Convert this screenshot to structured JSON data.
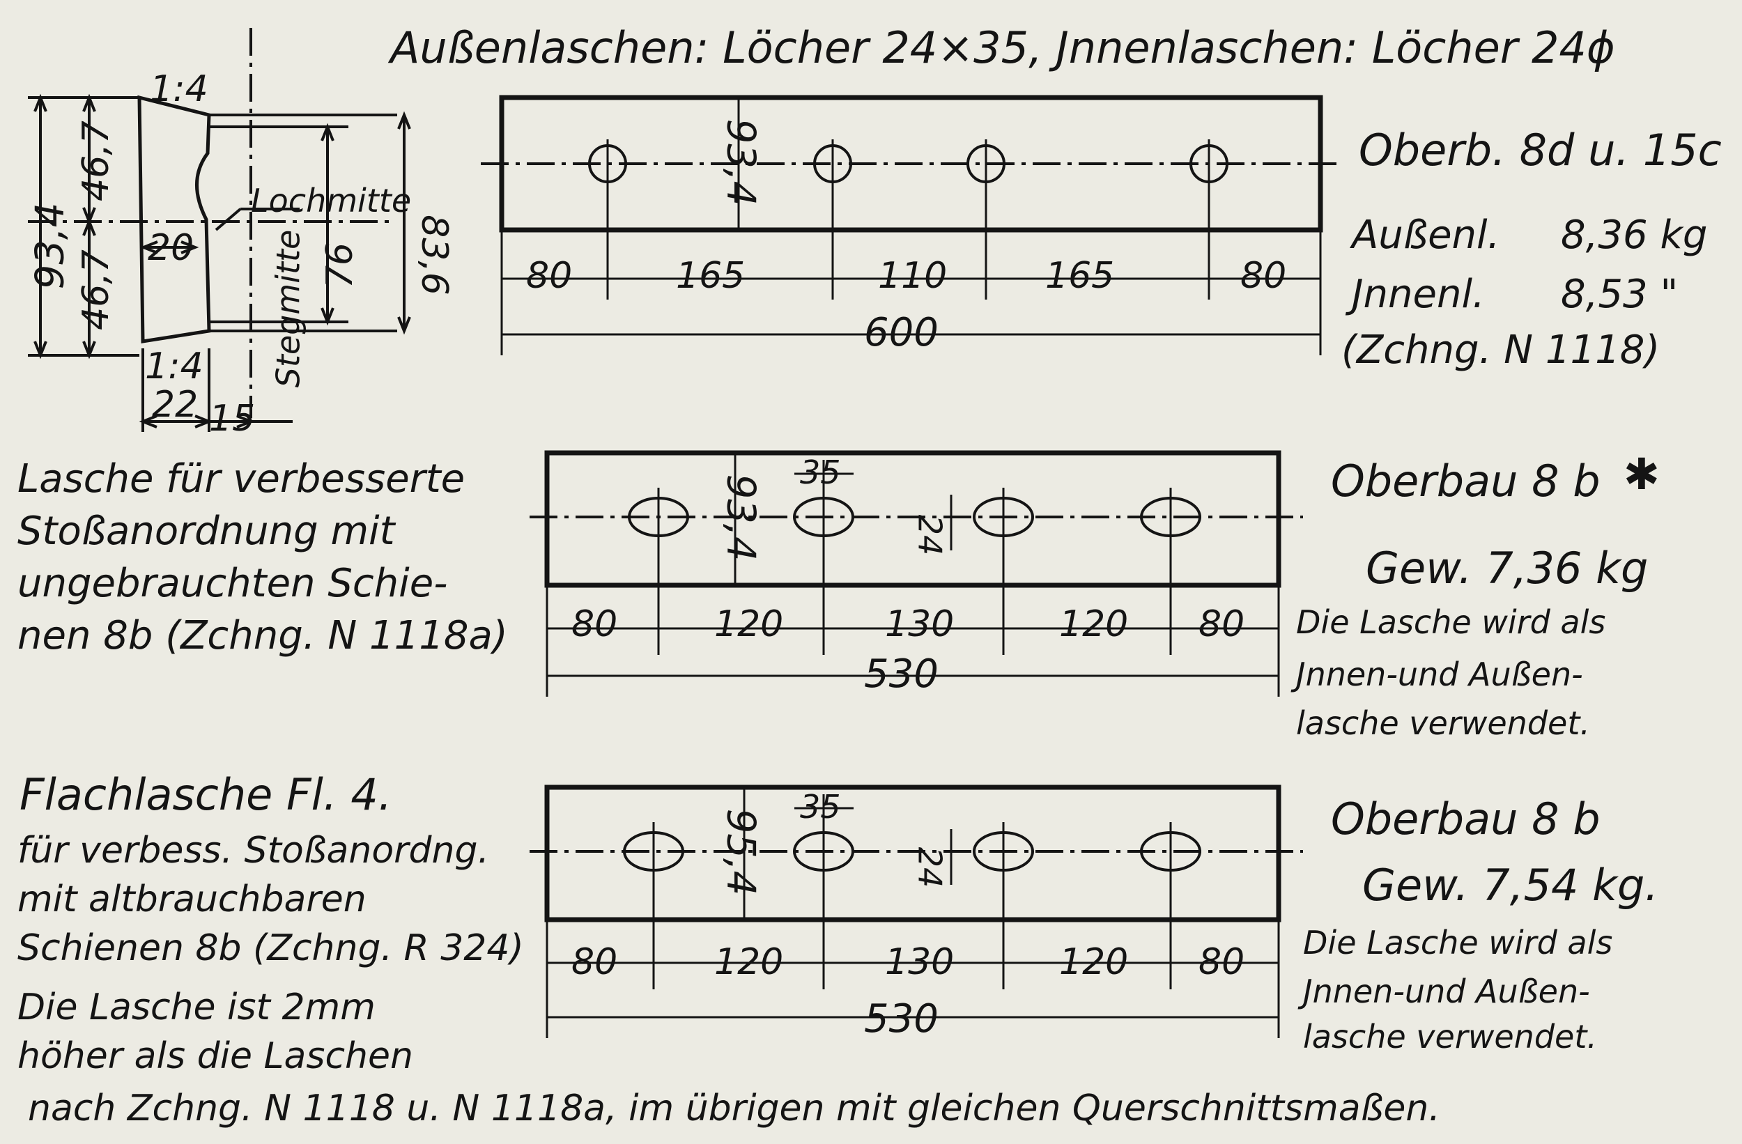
{
  "header": "Außenlaschen: Löcher 24×35,  Jnnenlaschen: Löcher 24ϕ",
  "section": {
    "ratio_top": "1:4",
    "ratio_bottom": "1:4",
    "dim_total": "93,4",
    "dim_half_top": "46,7",
    "dim_half_bottom": "46,7",
    "dim_web": "20",
    "dim_inner": "76",
    "dim_outer": "83,6",
    "dim_bottom_left": "22",
    "dim_bottom_right": "15",
    "label_hole_center": "Lochmitte",
    "label_web_center": "Stegmitte"
  },
  "plate1": {
    "height_label": "93,4",
    "spacings": [
      "80",
      "165",
      "110",
      "165",
      "80"
    ],
    "total": "600",
    "spec_title": "Oberb. 8d u. 15c",
    "weights": [
      {
        "label": "Außenl.",
        "value": "8,36 kg"
      },
      {
        "label": "Jnnenl.",
        "value": "8,53 \""
      }
    ],
    "drawing_ref": "(Zchng. N 1118)"
  },
  "plate2": {
    "height_label": "93,4",
    "hole_width": "35",
    "hole_height": "24",
    "spacings": [
      "80",
      "120",
      "130",
      "120",
      "80"
    ],
    "total": "530",
    "desc": [
      "Lasche für verbesserte",
      "Stoßanordnung mit",
      "ungebrauchten Schie-",
      "nen 8b (Zchng. N 1118a)"
    ],
    "spec_title": "Oberbau 8 b",
    "spec_mark": "✱",
    "weight": "Gew.   7,36 kg",
    "note": [
      "Die Lasche wird als",
      "Jnnen-und Außen-",
      "lasche verwendet."
    ]
  },
  "plate3": {
    "height_label": "95,4",
    "hole_width": "35",
    "hole_height": "24",
    "spacings": [
      "80",
      "120",
      "130",
      "120",
      "80"
    ],
    "total": "530",
    "title": "Flachlasche Fl. 4.",
    "desc": [
      "für verbess. Stoßanordng.",
      "mit altbrauchbaren",
      "Schienen 8b (Zchng. R 324)",
      "Die Lasche ist 2mm",
      "höher als die Laschen",
      "nach Zchng. N 1118 u. N 1118a, im übrigen mit gleichen Querschnittsmaßen."
    ],
    "spec_title": "Oberbau 8 b",
    "weight": "Gew.   7,54 kg.",
    "note": [
      "Die Lasche wird als",
      "Jnnen-und Außen-",
      "lasche verwendet."
    ]
  },
  "colors": {
    "paper": "#ecebe3",
    "ink": "#141414"
  }
}
